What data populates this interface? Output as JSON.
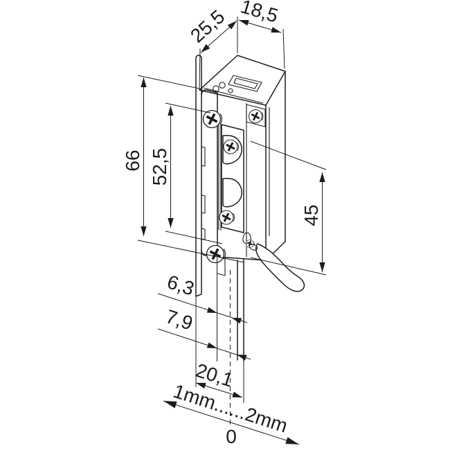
{
  "page": {
    "background": "#ffffff",
    "ink": "#1c1c1c"
  },
  "diagram": {
    "type": "technical-dimension-drawing",
    "subject": "electric-door-strike-with-faceplate-and-release-lever",
    "projection": "dimetric-line-art",
    "units": "mm",
    "dims": {
      "top_width": {
        "label": "18,5",
        "value": 18.5
      },
      "top_depth": {
        "label": "25,5",
        "value": 25.5
      },
      "overall_height": {
        "label": "66",
        "value": 66
      },
      "keeper_height": {
        "label": "52,5",
        "value": 52.5
      },
      "latch_height": {
        "label": "45",
        "value": 45
      },
      "offset_small": {
        "label": "6,3",
        "value": 6.3
      },
      "offset_large": {
        "label": "7,9",
        "value": 7.9
      },
      "faceplate_width": {
        "label": "20,1",
        "value": 20.1
      },
      "adjustment_range": {
        "label": "1mm......2mm"
      },
      "adjustment_zero": {
        "label": "0"
      }
    }
  }
}
